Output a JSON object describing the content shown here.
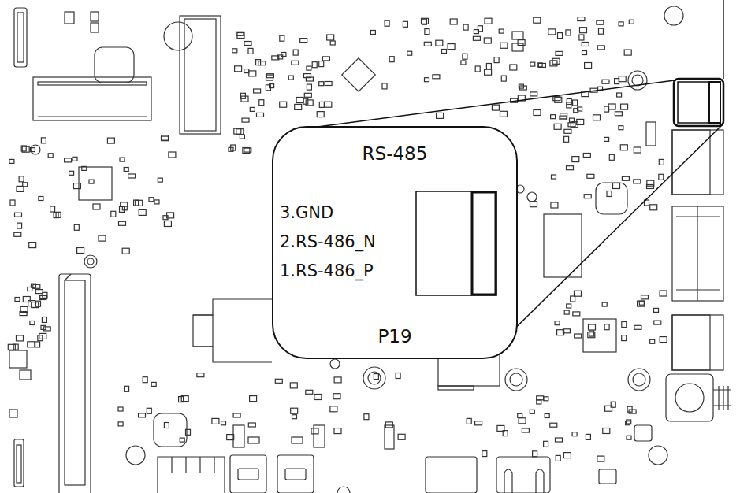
{
  "diagram": {
    "nodes": [
      {
        "text": [
          "RS-485",
          "P19"
        ]
      }
    ],
    "labels": [
      "3.GND",
      "2.RS-486_N",
      "1.RS-486_P"
    ]
  }
}
